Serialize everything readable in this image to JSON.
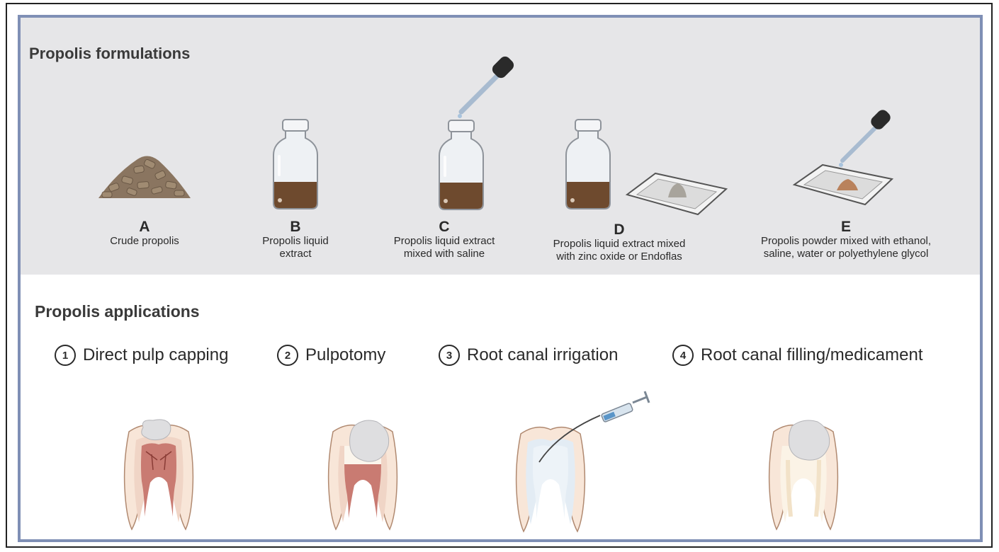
{
  "formulations": {
    "title": "Propolis formulations",
    "items": [
      {
        "letter": "A",
        "desc": "Crude propolis",
        "icon": "crude-propolis-pile-icon"
      },
      {
        "letter": "B",
        "desc": "Propolis liquid\nextract",
        "icon": "vial-icon"
      },
      {
        "letter": "C",
        "desc": "Propolis liquid extract\nmixed with saline",
        "icon": "vial-with-dropper-icon"
      },
      {
        "letter": "D",
        "desc": "Propolis liquid extract mixed\nwith zinc oxide or Endoflas",
        "icon": "vial-and-mixing-tray-icon"
      },
      {
        "letter": "E",
        "desc": "Propolis powder mixed with ethanol,\nsaline, water or polyethylene glycol",
        "icon": "tray-with-dropper-icon"
      }
    ]
  },
  "applications": {
    "title": "Propolis applications",
    "items": [
      {
        "number": "1",
        "label": "Direct pulp capping",
        "icon": "tooth-pulp-capping-icon"
      },
      {
        "number": "2",
        "label": "Pulpotomy",
        "icon": "tooth-pulpotomy-icon"
      },
      {
        "number": "3",
        "label": "Root canal irrigation",
        "icon": "tooth-irrigation-syringe-icon"
      },
      {
        "number": "4",
        "label": "Root canal filling/medicament",
        "icon": "tooth-root-filling-icon"
      }
    ]
  },
  "colors": {
    "frame": "#7f8fb5",
    "panel": "#e6e6e8",
    "propolis_liquid": "#6e4a2e",
    "pulp": "#c97b72",
    "filling": "#dedee0"
  }
}
